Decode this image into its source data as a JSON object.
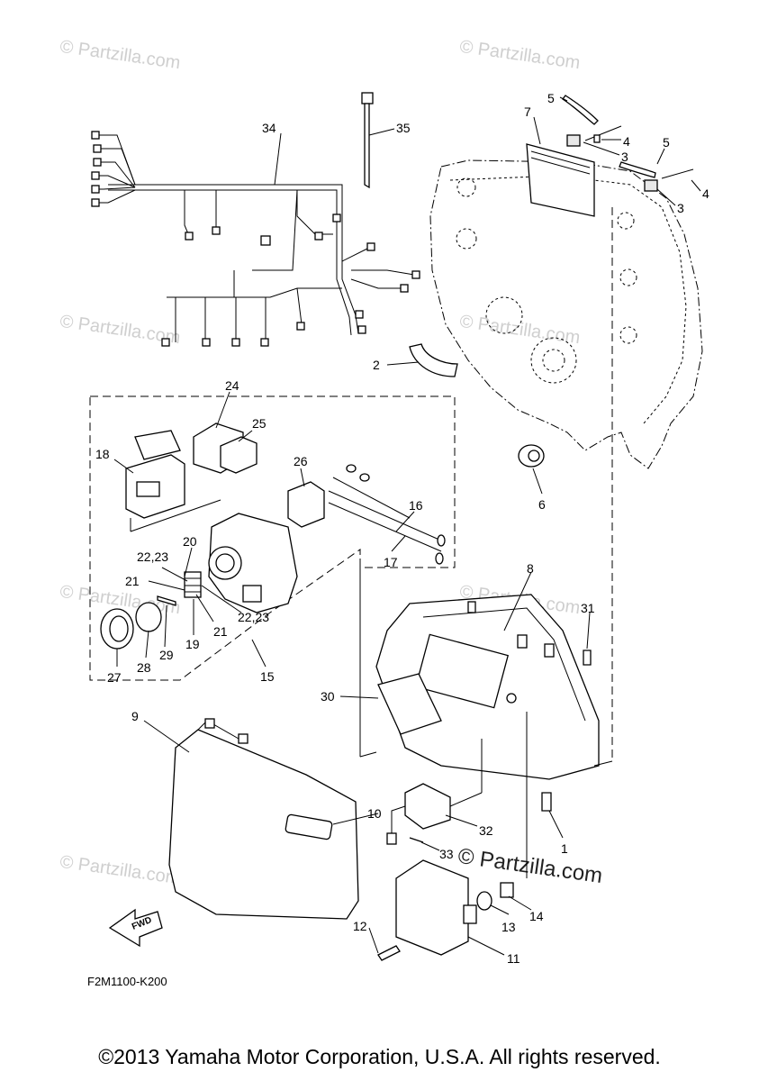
{
  "watermarks": [
    "© Partzilla.com",
    "© Partzilla.com",
    "© Partzilla.com",
    "© Partzilla.com",
    "© Partzilla.com",
    "© Partzilla.com",
    "© Partzilla.com"
  ],
  "watermark_bold": "© Partzilla.com",
  "diagram_code": "F2M1100-K200",
  "fwd_label": "FWD",
  "copyright": "©2013 Yamaha Motor Corporation, U.S.A. All rights reserved.",
  "callouts": {
    "c1": "1",
    "c2": "2",
    "c3a": "3",
    "c3b": "3",
    "c4a": "4",
    "c4b": "4",
    "c5a": "5",
    "c5b": "5",
    "c6": "6",
    "c7": "7",
    "c8": "8",
    "c9": "9",
    "c10": "10",
    "c11": "11",
    "c12": "12",
    "c13": "13",
    "c14": "14",
    "c15": "15",
    "c16": "16",
    "c17": "17",
    "c18": "18",
    "c19": "19",
    "c20": "20",
    "c21a": "21",
    "c21b": "21",
    "c2223a": "22,23",
    "c2223b": "22,23",
    "c24": "24",
    "c25": "25",
    "c26": "26",
    "c27": "27",
    "c28": "28",
    "c29": "29",
    "c30": "30",
    "c31": "31",
    "c32": "32",
    "c33": "33",
    "c34": "34",
    "c35": "35"
  }
}
